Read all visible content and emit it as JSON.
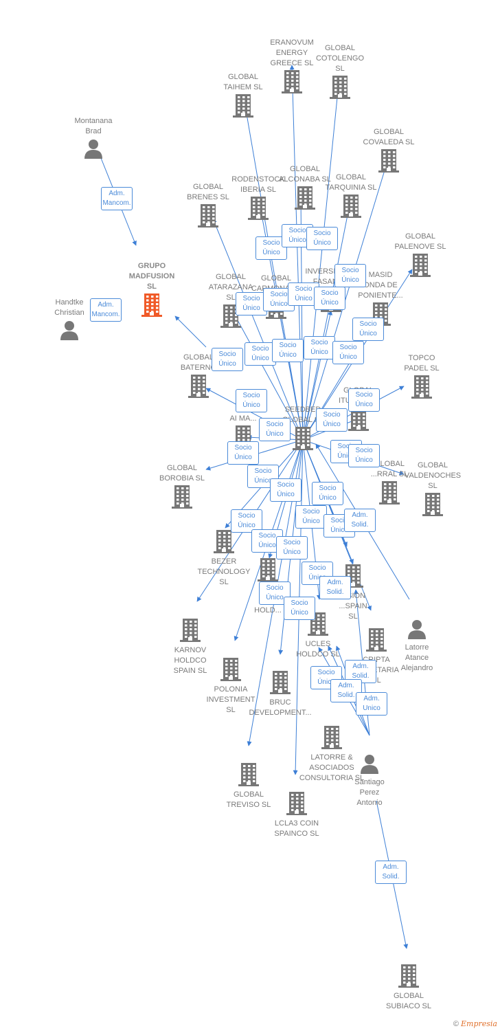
{
  "nodes": [
    {
      "id": "eranovum",
      "label": "ERANOVUM\nENERGY\nGREECE  SL",
      "type": "company"
    },
    {
      "id": "cotolengo",
      "label": "GLOBAL\nCOTOLENGO\nSL",
      "type": "company"
    },
    {
      "id": "taihem",
      "label": "GLOBAL\nTAIHEM SL",
      "type": "company"
    },
    {
      "id": "montanana",
      "label": "Montanana\nBrad",
      "type": "person"
    },
    {
      "id": "covaleda",
      "label": "GLOBAL\nCOVALEDA  SL",
      "type": "company"
    },
    {
      "id": "alconaba",
      "label": "GLOBAL\nALCONABA  SL",
      "type": "company"
    },
    {
      "id": "rodenstock",
      "label": "RODENSTOCK\nIBERIA  SL",
      "type": "company"
    },
    {
      "id": "tarquinia",
      "label": "GLOBAL\nTARQUINIA  SL",
      "type": "company"
    },
    {
      "id": "brenes",
      "label": "GLOBAL\nBRENES  SL",
      "type": "company"
    },
    {
      "id": "palenove",
      "label": "GLOBAL\nPALENOVE  SL",
      "type": "company"
    },
    {
      "id": "madfusion",
      "label": "GRUPO\nMADFUSION\nSL",
      "type": "main"
    },
    {
      "id": "atarazana",
      "label": "GLOBAL\nATARAZANA\nSL",
      "type": "company"
    },
    {
      "id": "carmona",
      "label": "GLOBAL\nCARMONA  SL",
      "type": "company"
    },
    {
      "id": "inversiones",
      "label": "INVERSIONES\nFASANE...",
      "type": "company"
    },
    {
      "id": "masid",
      "label": "MASID\nONDA DE\nPONIENTE...",
      "type": "company"
    },
    {
      "id": "handtke",
      "label": "Handtke\nChristian",
      "type": "person"
    },
    {
      "id": "baterno",
      "label": "GLOBAL\nBATERNO",
      "type": "company"
    },
    {
      "id": "topco",
      "label": "TOPCO\nPADEL  SL",
      "type": "company"
    },
    {
      "id": "ituero",
      "label": "GLOBAL\nITUERO  SL",
      "type": "company"
    },
    {
      "id": "aima",
      "label": "AI MA...",
      "type": "company"
    },
    {
      "id": "seedbed",
      "label": "SEEDBED\nGLOBAL  SL",
      "type": "company"
    },
    {
      "id": "borobia",
      "label": "GLOBAL\nBOROBIA  SL",
      "type": "company"
    },
    {
      "id": "globalrral",
      "label": "GLOBAL\n...RRAL  SL",
      "type": "company"
    },
    {
      "id": "valdenoches",
      "label": "GLOBAL\nVALDENOCHES\nSL",
      "type": "company"
    },
    {
      "id": "bezer",
      "label": "BEZER\nTECHNOLOGY\nSL",
      "type": "company"
    },
    {
      "id": "eig",
      "label": "EIG\nCO...\nHOLD...",
      "type": "company"
    },
    {
      "id": "vision",
      "label": "...SION\n...SPAIN\nSL",
      "type": "company"
    },
    {
      "id": "karnov",
      "label": "KARNOV\nHOLDCO\nSPAIN  SL",
      "type": "company"
    },
    {
      "id": "ucles",
      "label": "UCLES\nHOLDCO  SL",
      "type": "company"
    },
    {
      "id": "cripta",
      "label": "CRIPTA\nSOCIETARIA\nSL",
      "type": "company"
    },
    {
      "id": "latorre_person",
      "label": "Latorre\nAtance\nAlejandro",
      "type": "person"
    },
    {
      "id": "polonia",
      "label": "POLONIA\nINVESTMENT\nSL",
      "type": "company"
    },
    {
      "id": "bruc",
      "label": "BRUC\nDEVELOPMENT...",
      "type": "company"
    },
    {
      "id": "latorre_asoc",
      "label": "LATORRE &\nASOCIADOS\nCONSULTORIA SL",
      "type": "company"
    },
    {
      "id": "santiago",
      "label": "Santiago\nPerez\nAntonio",
      "type": "person"
    },
    {
      "id": "treviso",
      "label": "GLOBAL\nTREVISO  SL",
      "type": "company"
    },
    {
      "id": "lcla3",
      "label": "LCLA3 COIN\nSPAINCO  SL",
      "type": "company"
    },
    {
      "id": "subiaco",
      "label": "GLOBAL\nSUBIACO  SL",
      "type": "company"
    }
  ],
  "edge_labels": [
    {
      "id": "adm-mancom-montanana",
      "text": "Adm.\nMancom."
    },
    {
      "id": "adm-mancom-handtke",
      "text": "Adm.\nMancom."
    },
    {
      "id": "su-1",
      "text": "Socio\nÚnico"
    },
    {
      "id": "su-2",
      "text": "Socio\nÚnico"
    },
    {
      "id": "su-3",
      "text": "Socio\nÚnico"
    },
    {
      "id": "su-4",
      "text": "Socio\nÚnico"
    },
    {
      "id": "su-5",
      "text": "Socio\nÚnico"
    },
    {
      "id": "su-6",
      "text": "Socio\nÚnico"
    },
    {
      "id": "su-7",
      "text": "Socio\nÚnico"
    },
    {
      "id": "su-8",
      "text": "Socio\nÚnico"
    },
    {
      "id": "su-9",
      "text": "Socio\nÚnico"
    },
    {
      "id": "su-10",
      "text": "Socio\nÚnico"
    },
    {
      "id": "su-11",
      "text": "Socio\nÚnico"
    },
    {
      "id": "su-12",
      "text": "Socio\nÚnico"
    },
    {
      "id": "su-13",
      "text": "Socio\nÚnico"
    },
    {
      "id": "su-14",
      "text": "Socio\nÚnico"
    },
    {
      "id": "su-15",
      "text": "Socio\nÚnico"
    },
    {
      "id": "su-16",
      "text": "Socio\nÚnico"
    },
    {
      "id": "su-17",
      "text": "Socio\nÚnico"
    },
    {
      "id": "su-18",
      "text": "Socio\nÚnico"
    },
    {
      "id": "su-19",
      "text": "Socio\nÚnico"
    },
    {
      "id": "su-20",
      "text": "Socio\nÚnico"
    },
    {
      "id": "su-21",
      "text": "Socio\nÚnico"
    },
    {
      "id": "su-22",
      "text": "Socio\nÚnico"
    },
    {
      "id": "su-23",
      "text": "Socio\nÚnico"
    },
    {
      "id": "su-24",
      "text": "Socio\nÚnico"
    },
    {
      "id": "su-25",
      "text": "Socio\nÚnico"
    },
    {
      "id": "su-26",
      "text": "Socio\nÚnico"
    },
    {
      "id": "su-27",
      "text": "Socio\nÚnico"
    },
    {
      "id": "su-28",
      "text": "Socio\nÚnico"
    },
    {
      "id": "su-29",
      "text": "Socio\nÚnico"
    },
    {
      "id": "su-30",
      "text": "Socio\nÚnico"
    },
    {
      "id": "su-31",
      "text": "Socio\nÚnico"
    },
    {
      "id": "su-32",
      "text": "Socio\nÚnico"
    },
    {
      "id": "su-33",
      "text": "Socio\nÚnico"
    },
    {
      "id": "adm-solid-1",
      "text": "Adm.\nSolid."
    },
    {
      "id": "adm-solid-2",
      "text": "Adm.\nSolid."
    },
    {
      "id": "adm-solid-3",
      "text": "Adm.\nSolid."
    },
    {
      "id": "adm-solid-4",
      "text": "Adm.\nSolid."
    },
    {
      "id": "adm-solid-5",
      "text": "Adm.\nSolid."
    },
    {
      "id": "adm-unico",
      "text": "Adm.\nUnico"
    }
  ],
  "footer": {
    "copyright": "©",
    "brand": "Empresia"
  },
  "colors": {
    "edge": "#3d7fd6",
    "company_icon": "#777777",
    "main_icon": "#f05a28",
    "person_icon": "#777777",
    "label_text": "#7a7a7a"
  }
}
